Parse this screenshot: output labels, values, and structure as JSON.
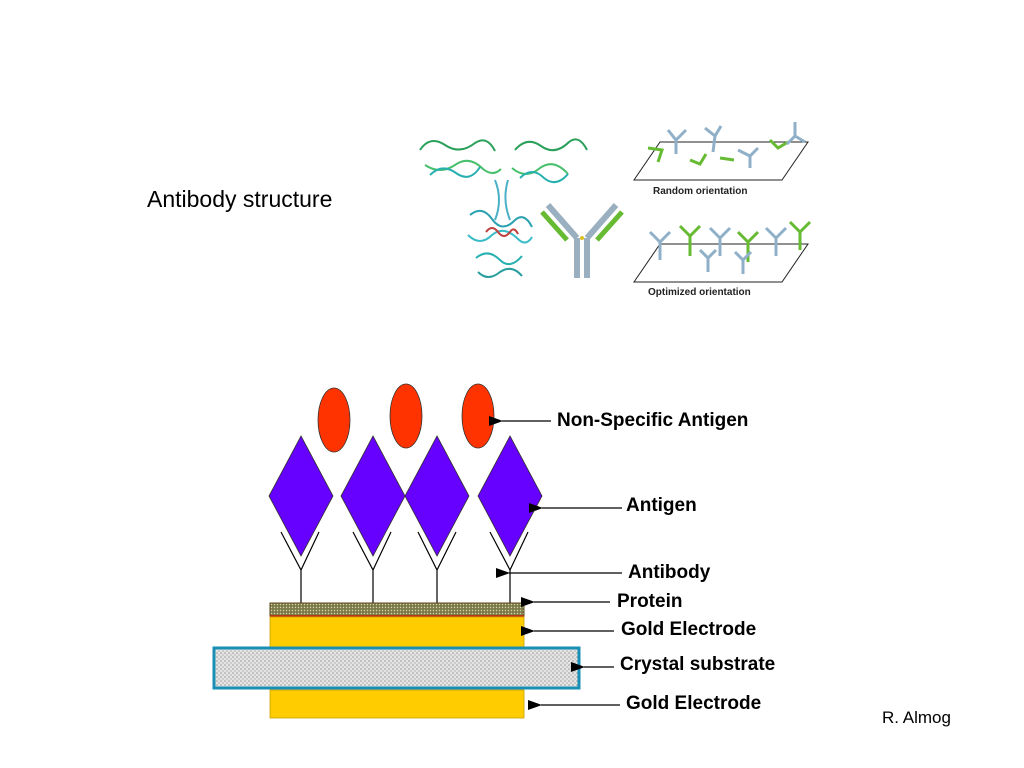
{
  "slide": {
    "heading": "Antibody structure",
    "credit": "R. Almog"
  },
  "structure_figure": {
    "random_caption": "Random orientation",
    "optimized_caption": "Optimized orientation"
  },
  "sensor_diagram": {
    "labels": {
      "non_specific_antigen": "Non-Specific Antigen",
      "antigen": "Antigen",
      "antibody": "Antibody",
      "protein": "Protein",
      "gold_electrode_top": "Gold Electrode",
      "crystal_substrate": "Crystal substrate",
      "gold_electrode_bottom": "Gold Electrode"
    },
    "colors": {
      "non_specific_antigen": "#ff3300",
      "antigen": "#6600ff",
      "gold": "#ffcc00",
      "protein": "#8a8a5c",
      "crystal_border": "#1a8fb5"
    }
  }
}
